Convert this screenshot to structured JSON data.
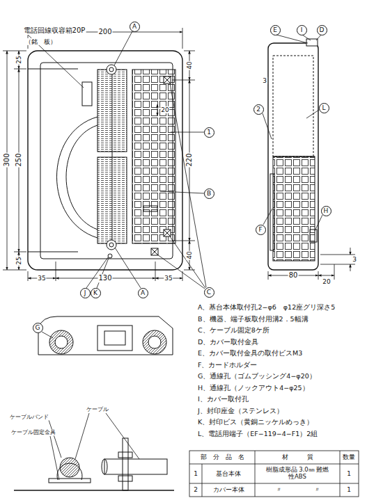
{
  "diagram": {
    "title": "電話回線収容箱20P",
    "nodes": [
      {
        "text": [
          "A"
        ]
      },
      {
        "text": [
          "1"
        ]
      },
      {
        "text": [
          "B"
        ]
      },
      {
        "text": [
          "C"
        ]
      },
      {
        "text": [
          "J"
        ]
      },
      {
        "text": [
          "K"
        ]
      },
      {
        "text": [
          "A"
        ]
      },
      {
        "text": [
          "E"
        ]
      },
      {
        "text": [
          "I"
        ]
      },
      {
        "text": [
          "D"
        ]
      },
      {
        "text": [
          "2"
        ]
      },
      {
        "text": [
          "L"
        ]
      },
      {
        "text": [
          "F"
        ]
      },
      {
        "text": [
          "H"
        ]
      },
      {
        "text": [
          "G"
        ]
      }
    ],
    "labels": [
      "（銘　板）",
      "200",
      "25",
      "300",
      "250",
      "25",
      "40",
      "20",
      "220",
      "40",
      "35",
      "130",
      "35",
      "3",
      "80",
      "3",
      "20",
      "ケーブルバンド",
      "ケーブル固定金具",
      "ケーブル",
      "A、基台本体取付孔2−φ6　φ12座グリ深さ5",
      "B、機器、端子板取付用溝2．5幅溝",
      "C、ケーブル固定8ケ所",
      "D、カバー取付金具",
      "E、カバー取付金具の取付ビスM3",
      "F、カードホルダー",
      "G、通線孔（ゴムブッシング4−φ20）",
      "H、通線孔（ノックアウト4−φ25）",
      "I、カバー取付孔",
      "J、封印座金（ステンレス）",
      "K、封印ビス（黄銅ニッケルめっき）",
      "L、電話用端子（EF−119−4−F1）2組",
      "部　分　品　名",
      "材　　　質",
      "数量",
      "1",
      "基台本体",
      "樹脂成形品 3.0㎜ 難燃性ABS",
      "1",
      "2",
      "カバー本体",
      "〃",
      "〃",
      "1"
    ]
  }
}
